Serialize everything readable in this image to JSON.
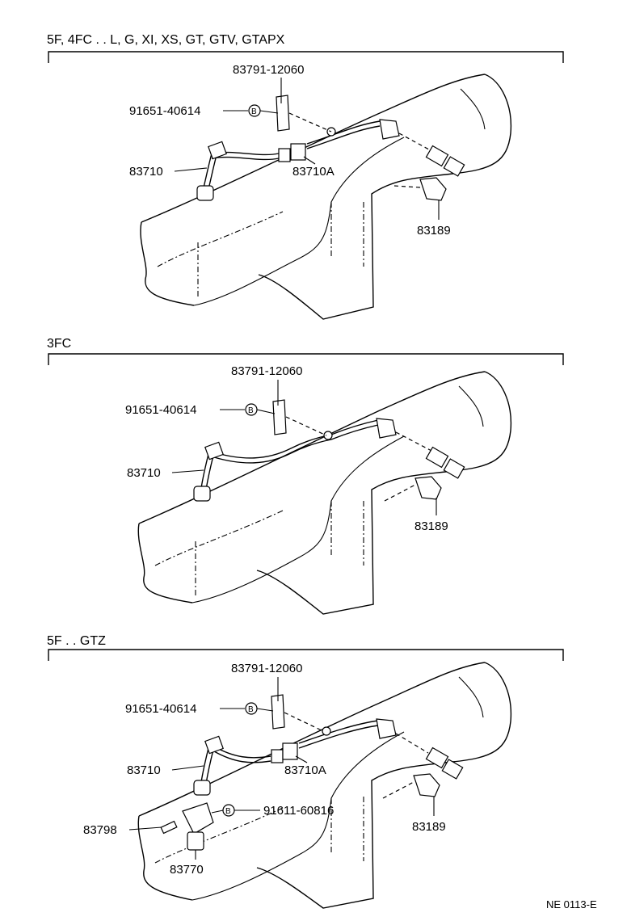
{
  "figure_code": "NE 0113-E",
  "sections": [
    {
      "header": "5F, 4FC . . L, G, XI, XS, GT, GTV, GTAPX",
      "labels": {
        "bracket": "83791-12060",
        "bolt": "91651-40614",
        "bolt_badge": "B",
        "cable": "83710",
        "cable_a": "83710A",
        "sensor": "83189"
      }
    },
    {
      "header": "3FC",
      "labels": {
        "bracket": "83791-12060",
        "bolt": "91651-40614",
        "bolt_badge": "B",
        "cable": "83710",
        "sensor": "83189"
      }
    },
    {
      "header": "5F . . GTZ",
      "labels": {
        "bracket": "83791-12060",
        "bolt": "91651-40614",
        "bolt_badge": "B",
        "cable": "83710",
        "cable_a": "83710A",
        "sensor": "83189",
        "pin": "83798",
        "driven_gear": "83770",
        "bolt2": "91611-60816",
        "bolt2_badge": "B"
      }
    }
  ]
}
